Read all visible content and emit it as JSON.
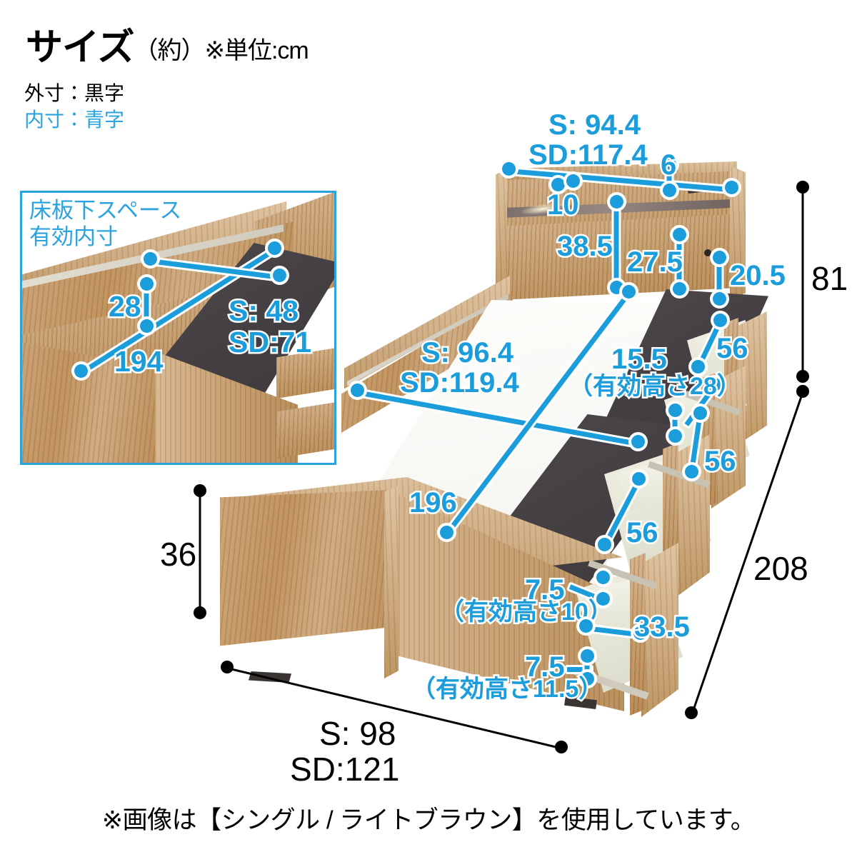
{
  "header": {
    "title_big": "サイズ",
    "title_sub": "（約）※単位:cm",
    "legend_outer": "外寸：黒字",
    "legend_inner": "内寸：青字"
  },
  "footer": {
    "note": "※画像は【シングル / ライトブラウン】を使用しています。"
  },
  "colors": {
    "inner_blue": "#1b9ddb",
    "outer_black": "#000000",
    "inset_border": "#2ba4de",
    "wood": "#c49a68",
    "slat_panel": "#463F43",
    "drawer_interior": "#e8e8dc"
  },
  "inset": {
    "caption_line1": "床板下スペース",
    "caption_line2": "有効内寸",
    "dims": {
      "depth_28": "28",
      "length_194": "194",
      "width_s": "S:  48",
      "width_sd": "SD:71"
    }
  },
  "main": {
    "headboard": {
      "top_width_s": "S:  94.4",
      "top_width_sd": "SD:117.4",
      "shelf_depth_6": "6",
      "shelf_gap_10": "10",
      "board_height_38_5": "38.5",
      "lower_height_27_5": "27.5",
      "panel_height_20_5": "20.5"
    },
    "bed_interior": {
      "inner_width_s": "S:  96.4",
      "inner_width_sd": "SD:119.4",
      "inner_length_196": "196"
    },
    "drawers": {
      "top_drawer_height": "15.5",
      "top_drawer_note": "（有効高さ28）",
      "drawer_width_1": "56",
      "drawer_width_2": "56",
      "drawer_width_3": "56",
      "small_height_1": "7.5",
      "small_note_1": "（有効高さ10）",
      "small_height_2": "7.5",
      "small_note_2": "（有効高さ11.5）",
      "drawer_depth_33_5": "33.5"
    },
    "outer": {
      "total_height_81": "81",
      "base_height_36": "36",
      "total_length_208": "208",
      "width_s": "S:  98",
      "width_sd": "SD:121"
    }
  }
}
